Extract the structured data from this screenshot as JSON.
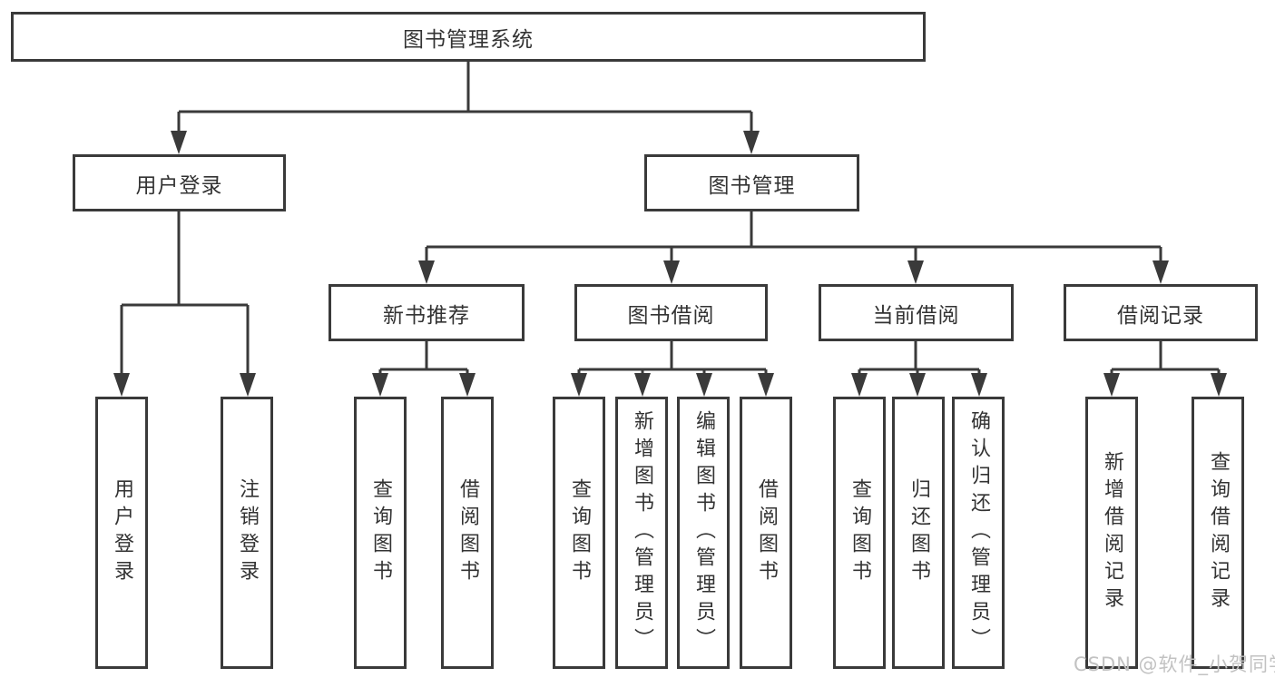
{
  "diagram_title": "图书管理系统",
  "nodes": {
    "root": {
      "label": "图书管理系统"
    },
    "user_login": {
      "label": "用户登录"
    },
    "book_mgmt": {
      "label": "图书管理"
    },
    "new_book_rec": {
      "label": "新书推荐"
    },
    "book_borrow": {
      "label": "图书借阅"
    },
    "current_borrow": {
      "label": "当前借阅"
    },
    "borrow_record": {
      "label": "借阅记录"
    },
    "login": {
      "label": "用户登录"
    },
    "logout": {
      "label": "注销登录"
    },
    "rec_query_book": {
      "label": "查询图书"
    },
    "rec_borrow_book": {
      "label": "借阅图书"
    },
    "bb_query_book": {
      "label": "查询图书"
    },
    "bb_add_book": {
      "label": "新增图书（管理员）"
    },
    "bb_edit_book": {
      "label": "编辑图书（管理员）"
    },
    "bb_borrow_book": {
      "label": "借阅图书"
    },
    "cb_query_book": {
      "label": "查询图书"
    },
    "cb_return_book": {
      "label": "归还图书"
    },
    "cb_confirm_return": {
      "label": "确认归还（管理员）"
    },
    "br_add_record": {
      "label": "新增借阅记录"
    },
    "br_query_record": {
      "label": "查询借阅记录"
    }
  },
  "hierarchy": {
    "图书管理系统": {
      "用户登录": [
        "用户登录",
        "注销登录"
      ],
      "图书管理": {
        "新书推荐": [
          "查询图书",
          "借阅图书"
        ],
        "图书借阅": [
          "查询图书",
          "新增图书（管理员）",
          "编辑图书（管理员）",
          "借阅图书"
        ],
        "当前借阅": [
          "查询图书",
          "归还图书",
          "确认归还（管理员）"
        ],
        "借阅记录": [
          "新增借阅记录",
          "查询借阅记录"
        ]
      }
    }
  },
  "watermark": "CSDN @软件_小贺同学",
  "colors": {
    "line": "#3a3a3a",
    "text": "#333333",
    "background": "#ffffff",
    "watermark": "#c2c2c2"
  }
}
